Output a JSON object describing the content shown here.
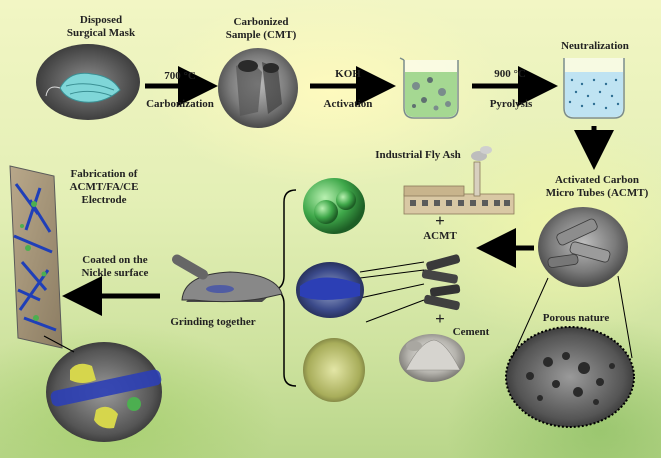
{
  "labels": {
    "mask_line1": "Disposed",
    "mask_line2": "Surgical Mask",
    "cmt_line1": "Carbonized",
    "cmt_line2": "Sample (CMT)",
    "neutralization": "Neutralization",
    "temp_700": "700 °C",
    "carbonization": "Carbonization",
    "koh": "KOH",
    "activation": "Activation",
    "temp_900": "900 °C",
    "pyrolysis": "Pyrolysis",
    "fly_ash": "Industrial Fly Ash",
    "acmt_line1": "Activated Carbon",
    "acmt_line2": "Micro Tubes (ACMT)",
    "acmt_short": "ACMT",
    "cement": "Cement",
    "porous": "Porous nature",
    "grinding": "Grinding together",
    "coated_line1": "Coated on the",
    "coated_line2": "Nickle surface",
    "fab_line1": "Fabrication of",
    "fab_line2": "ACMT/FA/CE",
    "fab_line3": "Electrode",
    "plus": "+"
  },
  "colors": {
    "arrow": "#000000",
    "solution_green": "#9bd48a",
    "solution_blue": "#bfe3f2",
    "fiber_blue": "#1f3fb8",
    "fly_ash_green": "#4caf50",
    "cement_yellow": "#c9cd7a"
  }
}
